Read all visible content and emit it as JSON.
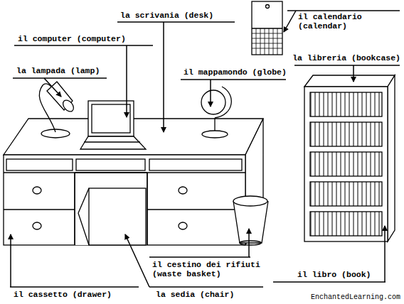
{
  "diagram": {
    "labels": [
      "la scrivania (desk)",
      "il calendario (calendar)",
      "il computer (computer)",
      "la lampada (lamp)",
      "il mappamondo (globe)",
      "la libreria (bookcase)",
      "il cestino dei rifiuti (waste basket)",
      "il libro (book)",
      "il cassetto (drawer)",
      "la sedia (chair)",
      "EnchantedLearning.com"
    ]
  }
}
